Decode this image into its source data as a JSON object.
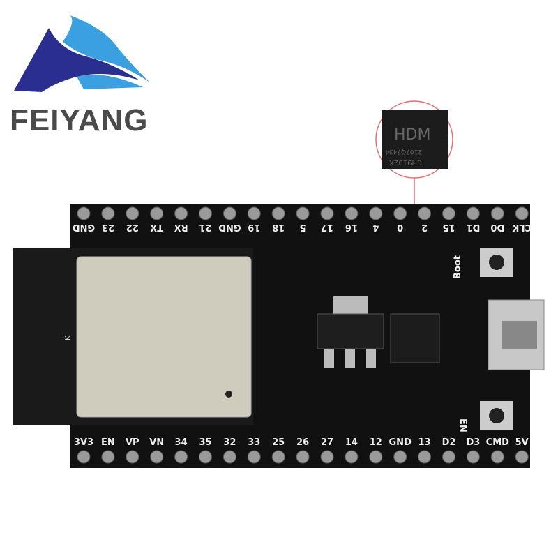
{
  "logo": {
    "brand": "FEIYANG",
    "colors": {
      "swoosh_dark": "#2a2f8f",
      "swoosh_light": "#3aa0e0",
      "text": "#4a4a4a"
    }
  },
  "board": {
    "pcb_color": "#111111",
    "top_pins": [
      "GND",
      "23",
      "22",
      "TX",
      "RX",
      "21",
      "GND",
      "19",
      "18",
      "5",
      "17",
      "16",
      "4",
      "0",
      "2",
      "15",
      "D1",
      "D0",
      "CLK"
    ],
    "bottom_pins": [
      "3V3",
      "EN",
      "VP",
      "VN",
      "34",
      "35",
      "32",
      "33",
      "25",
      "26",
      "27",
      "14",
      "12",
      "GND",
      "13",
      "D2",
      "D3",
      "CMD",
      "5V"
    ],
    "boot_label": "Boot",
    "en_label": "EN",
    "module_mark": "K",
    "chip": {
      "logo": "HDM",
      "lot": "2107Q7434",
      "part": "CH9102X"
    },
    "callout_color": "#e07070"
  }
}
